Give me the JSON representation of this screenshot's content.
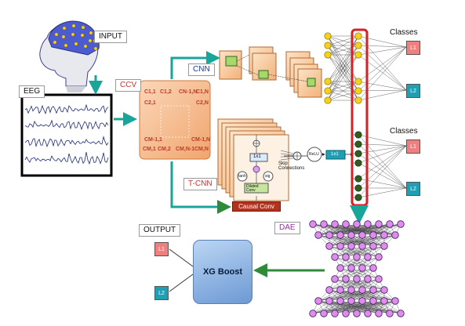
{
  "labels": {
    "input": "INPUT",
    "eeg": "EEG",
    "ccv": "CCV",
    "cnn": "CNN",
    "tcnn": "T-CNN",
    "dae": "DAE",
    "output": "OUTPUT",
    "classes_top": "Classes",
    "classes_bottom": "Classes",
    "xgboost": "XG Boost",
    "causal_conv": "Causal Conv",
    "skip_connections": "Skip\nConnections",
    "relu": "ReLU",
    "conv1x1_a": "1x1",
    "conv1x1_b": "1x1",
    "conv1x1_c": "1x1",
    "tanh": "tanh",
    "sig": "sig",
    "dilated_conv": "Dilated Conv",
    "l1": "L1",
    "l2": "L2"
  },
  "ccv_matrix": {
    "c11": "C1,1",
    "c12": "C1,2",
    "cn1n": "CN-1,N",
    "c1n": "C1,N",
    "c21": "C2,1",
    "c2n": "C2,N",
    "cm11": "CM-1,1",
    "cm1n": "CM-1,N",
    "cm1": "CM,1",
    "cm2": "CM,2",
    "cmn1": "CM,N-1",
    "cmn": "CM,N"
  },
  "colors": {
    "ccv_box": "#f6c29a",
    "arrow_teal": "#1aa59a",
    "node_yellow": "#f4d21c",
    "node_green": "#2f5d1f",
    "node_dae": "#e08ce9",
    "highlight_red": "#d81f26",
    "xgboost_blue": "#8fb4e3"
  }
}
